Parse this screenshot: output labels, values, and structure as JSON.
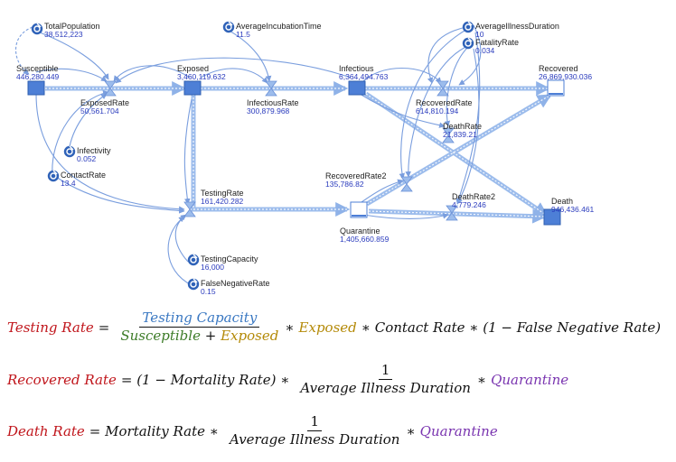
{
  "diagram": {
    "stocks": [
      {
        "id": "susceptible",
        "name": "Susceptible",
        "value": "446,280.449"
      },
      {
        "id": "exposed",
        "name": "Exposed",
        "value": "3,460,119.632"
      },
      {
        "id": "infectious",
        "name": "Infectious",
        "value": "6,364,494.763"
      },
      {
        "id": "recovered",
        "name": "Recovered",
        "value": "26,869,930.036"
      },
      {
        "id": "quarantine",
        "name": "Quarantine",
        "value": "1,405,660.859"
      },
      {
        "id": "death",
        "name": "Death",
        "value": "946,436.461"
      }
    ],
    "flows": [
      {
        "id": "exposedrate",
        "name": "ExposedRate",
        "value": "50,561.704"
      },
      {
        "id": "infectiousrate",
        "name": "InfectiousRate",
        "value": "300,879.968"
      },
      {
        "id": "recoveredrate",
        "name": "RecoveredRate",
        "value": "614,810.194"
      },
      {
        "id": "deathrate",
        "name": "DeathRate",
        "value": "21,839.21"
      },
      {
        "id": "testingrate",
        "name": "TestingRate",
        "value": "161,420.282"
      },
      {
        "id": "recoveredrate2",
        "name": "RecoveredRate2",
        "value": "135,786.82"
      },
      {
        "id": "deathrate2",
        "name": "DeathRate2",
        "value": "4,779.246"
      }
    ],
    "parameters": [
      {
        "id": "totalpopulation",
        "name": "TotalPopulation",
        "value": "38,512,223"
      },
      {
        "id": "averageincubationtime",
        "name": "AverageIncubationTime",
        "value": "11.5"
      },
      {
        "id": "averageillnessduration",
        "name": "AverageIllnessDuration",
        "value": "10"
      },
      {
        "id": "fatalityrate",
        "name": "FatalityRate",
        "value": "0.034"
      },
      {
        "id": "infectivity",
        "name": "Infectivity",
        "value": "0.052"
      },
      {
        "id": "contactrate",
        "name": "ContactRate",
        "value": "13.4"
      },
      {
        "id": "testingcapacity",
        "name": "TestingCapacity",
        "value": "16,000"
      },
      {
        "id": "falsenegativerate",
        "name": "FalseNegativeRate",
        "value": "0.15"
      }
    ]
  },
  "equations": {
    "testing": {
      "lhs": "Testing Rate",
      "eq": "=",
      "frac_num": "Testing Capacity",
      "frac_den_a": "Susceptible",
      "frac_den_plus": "+",
      "frac_den_b": "Exposed",
      "rest_a": "∗",
      "rest_b": "Exposed",
      "rest_c": "∗ Contact Rate ∗ (1 − False Negative Rate)"
    },
    "recovered": {
      "lhs": "Recovered Rate",
      "eq": "= (1 − Mortality Rate) ∗",
      "frac_num": "1",
      "frac_den": "Average Illness Duration",
      "rest_a": "∗",
      "rest_b": "Quarantine"
    },
    "death": {
      "lhs": "Death Rate",
      "eq": "= Mortality Rate ∗",
      "frac_num": "1",
      "frac_den": "Average Illness Duration",
      "rest_a": "∗",
      "rest_b": "Quarantine"
    }
  },
  "colors": {
    "pipe": "#8fb2e8",
    "link": "#7a9ede",
    "stock_fill": "#4d7fd6",
    "param_icon": "#2f62b8",
    "value_text": "#2a3bbd",
    "eq_red": "#c0151b",
    "eq_blue": "#3a78c2",
    "eq_green": "#3d7c28",
    "eq_gold": "#b48a08",
    "eq_purple": "#7a35b0"
  }
}
